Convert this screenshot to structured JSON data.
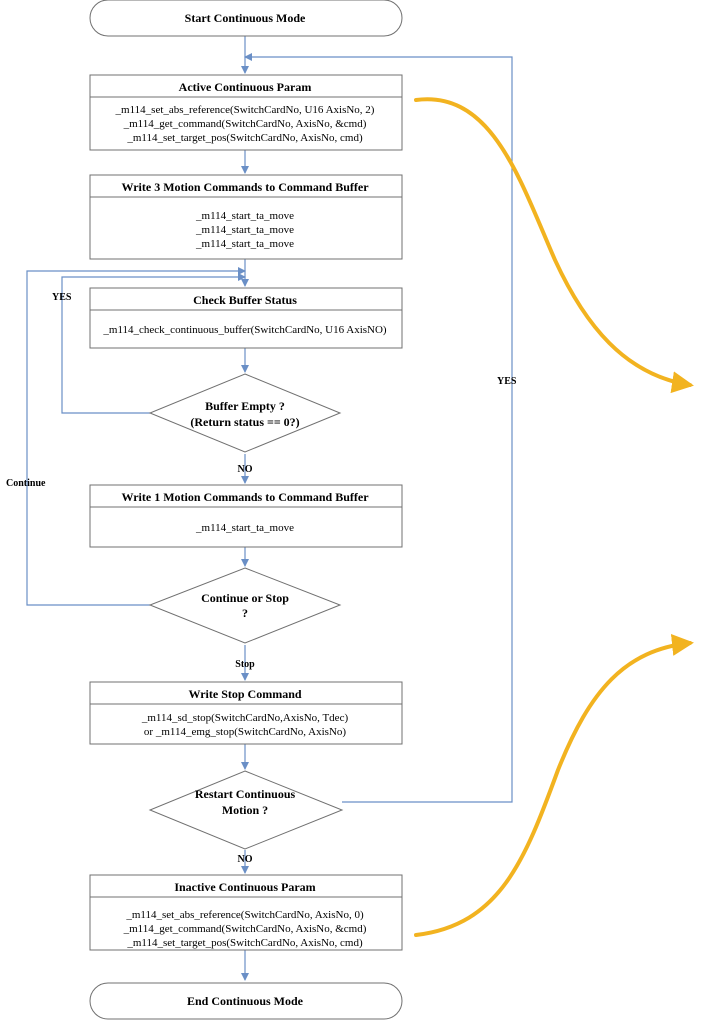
{
  "colors": {
    "flow": "#6a8fc6",
    "outline": "#707070",
    "accent": "#f2b320"
  },
  "terminals": {
    "start": "Start Continuous Mode",
    "end": "End Continuous Mode"
  },
  "boxes": {
    "active": {
      "title": "Active Continuous Param",
      "lines": [
        "_m114_set_abs_reference(SwitchCardNo, U16 AxisNo, 2)",
        "_m114_get_command(SwitchCardNo, AxisNo, &cmd)",
        "_m114_set_target_pos(SwitchCardNo, AxisNo, cmd)"
      ]
    },
    "write3": {
      "title": "Write 3 Motion Commands to Command Buffer",
      "lines": [
        "_m114_start_ta_move",
        "_m114_start_ta_move",
        "_m114_start_ta_move"
      ]
    },
    "check": {
      "title": "Check Buffer Status",
      "lines": [
        "_m114_check_continuous_buffer(SwitchCardNo, U16 AxisNO)"
      ]
    },
    "write1": {
      "title": "Write 1 Motion Commands to Command Buffer",
      "lines": [
        "_m114_start_ta_move"
      ]
    },
    "stop": {
      "title": "Write Stop Command",
      "lines": [
        "_m114_sd_stop(SwitchCardNo,AxisNo, Tdec)",
        "or _m114_emg_stop(SwitchCardNo, AxisNo)"
      ]
    },
    "inactive": {
      "title": "Inactive Continuous Param",
      "lines": [
        "_m114_set_abs_reference(SwitchCardNo, AxisNo, 0)",
        "_m114_get_command(SwitchCardNo, AxisNo, &cmd)",
        "_m114_set_target_pos(SwitchCardNo, AxisNo, cmd)"
      ]
    }
  },
  "decisions": {
    "buffer": {
      "line1": "Buffer Empty ?",
      "line2": "(Return status == 0?)"
    },
    "continue": {
      "line1": "Continue or Stop",
      "line2": "?"
    },
    "restart": {
      "line1": "Restart Continuous",
      "line2": "Motion ?"
    }
  },
  "labels": {
    "yes_left": "YES",
    "no_1": "NO",
    "continue": "Continue",
    "stop": "Stop",
    "yes_right": "YES",
    "no_2": "NO"
  }
}
